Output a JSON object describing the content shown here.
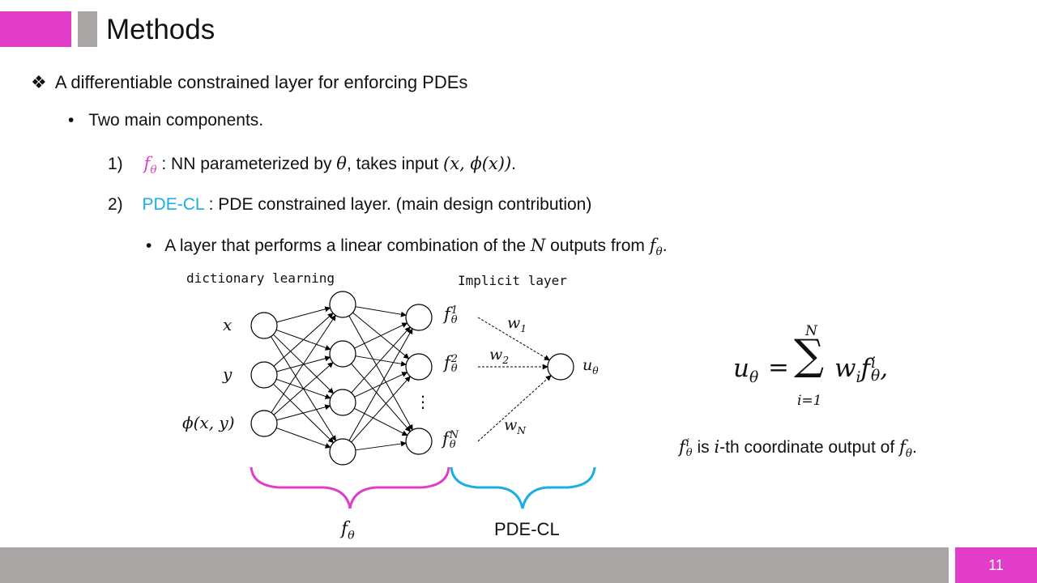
{
  "slide": {
    "title": "Methods",
    "page_number": "11"
  },
  "content": {
    "level1_bullet": "❖",
    "level1_text": "A differentiable constrained layer for enforcing PDEs",
    "level2_bullet": "•",
    "level2_text": "Two main components.",
    "item1": {
      "number": "1)",
      "symbol": "f",
      "symbol_sub": "θ",
      "text_a": " : NN parameterized by ",
      "theta": "θ",
      "text_b": ", takes input ",
      "input_expr": "(x, ϕ(x))",
      "text_c": "."
    },
    "item2": {
      "number": "2)",
      "name": "PDE-CL",
      "text": " : PDE constrained layer. (main design contribution)"
    },
    "level3_bullet": "•",
    "level3_text_a": "A layer that performs a linear combination of the ",
    "level3_N": "N",
    "level3_text_b": " outputs from ",
    "level3_f": "f",
    "level3_f_sub": "θ",
    "level3_text_c": "."
  },
  "diagram": {
    "label_dictionary": "dictionary learning",
    "label_implicit": "Implicit layer",
    "inputs": [
      "x",
      "y",
      "ϕ(x, y)"
    ],
    "outputs": [
      {
        "base": "f",
        "sup": "1",
        "sub": "θ"
      },
      {
        "base": "f",
        "sup": "2",
        "sub": "θ"
      },
      {
        "base": "f",
        "sup": "N",
        "sub": "θ"
      }
    ],
    "ellipsis": "⋮",
    "weights": [
      {
        "base": "w",
        "sub": "1"
      },
      {
        "base": "w",
        "sub": "2"
      },
      {
        "base": "w",
        "sub": "N"
      }
    ],
    "final_node": {
      "base": "u",
      "sub": "θ"
    },
    "brace_left_label": {
      "base": "f",
      "sub": "θ"
    },
    "brace_right_label": "PDE-CL",
    "colors": {
      "pink": "#e23dc8",
      "cyan": "#1aaee5"
    }
  },
  "formula": {
    "lhs": "u",
    "lhs_sub": "θ",
    "equals": "=",
    "sum_symbol": "∑",
    "sum_upper": "N",
    "sum_lower": "i=1",
    "term_w": "w",
    "term_w_sub": "i",
    "term_f": "f",
    "term_f_sup": "i",
    "term_f_sub": "θ",
    "trail": ",",
    "caption_f": "f",
    "caption_f_sup": "i",
    "caption_f_sub": "θ",
    "caption_a": " is ",
    "caption_i": "i",
    "caption_b": "-th coordinate output of ",
    "caption_f2": "f",
    "caption_f2_sub": "θ",
    "caption_c": "."
  }
}
